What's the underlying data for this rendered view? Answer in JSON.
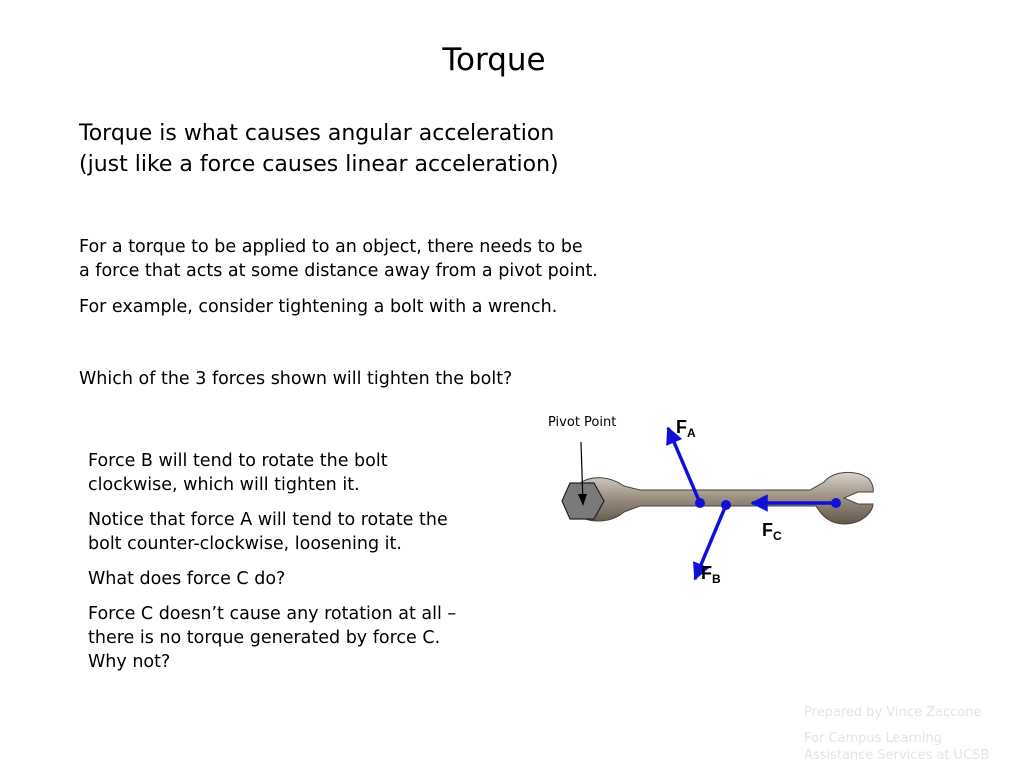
{
  "slide": {
    "title": "Torque",
    "intro_lines": [
      "Torque is what causes angular acceleration",
      "(just like a force causes linear acceleration)"
    ],
    "paragraph1_lines": [
      "For a torque to be applied to an object, there needs to be",
      "a force that acts at some distance away from a pivot point."
    ],
    "paragraph2": "For example, consider tightening a bolt with a wrench.",
    "question": "Which of the 3 forces shown will tighten the bolt?",
    "answer_paragraphs": [
      [
        "Force B will tend to rotate the bolt",
        "clockwise, which will tighten it."
      ],
      [
        "Notice that force A will tend to rotate the",
        "bolt counter-clockwise, loosening it."
      ],
      [
        "What does force C do?"
      ],
      [
        "Force C doesn’t cause any rotation at all –",
        "there is no torque generated by force C.",
        "Why not?"
      ]
    ]
  },
  "diagram": {
    "pivot_label": "Pivot Point",
    "force_a": {
      "main": "F",
      "sub": "A"
    },
    "force_b": {
      "main": "F",
      "sub": "B"
    },
    "force_c": {
      "main": "F",
      "sub": "C"
    },
    "arrow_color": "#1010d8",
    "bolt_color": "#7a7a7a",
    "wrench_color": "#9a8f80"
  },
  "credits": {
    "line1": "Prepared by Vince Zaccone",
    "line2": "For Campus Learning",
    "line3": "Assistance Services at UCSB"
  }
}
